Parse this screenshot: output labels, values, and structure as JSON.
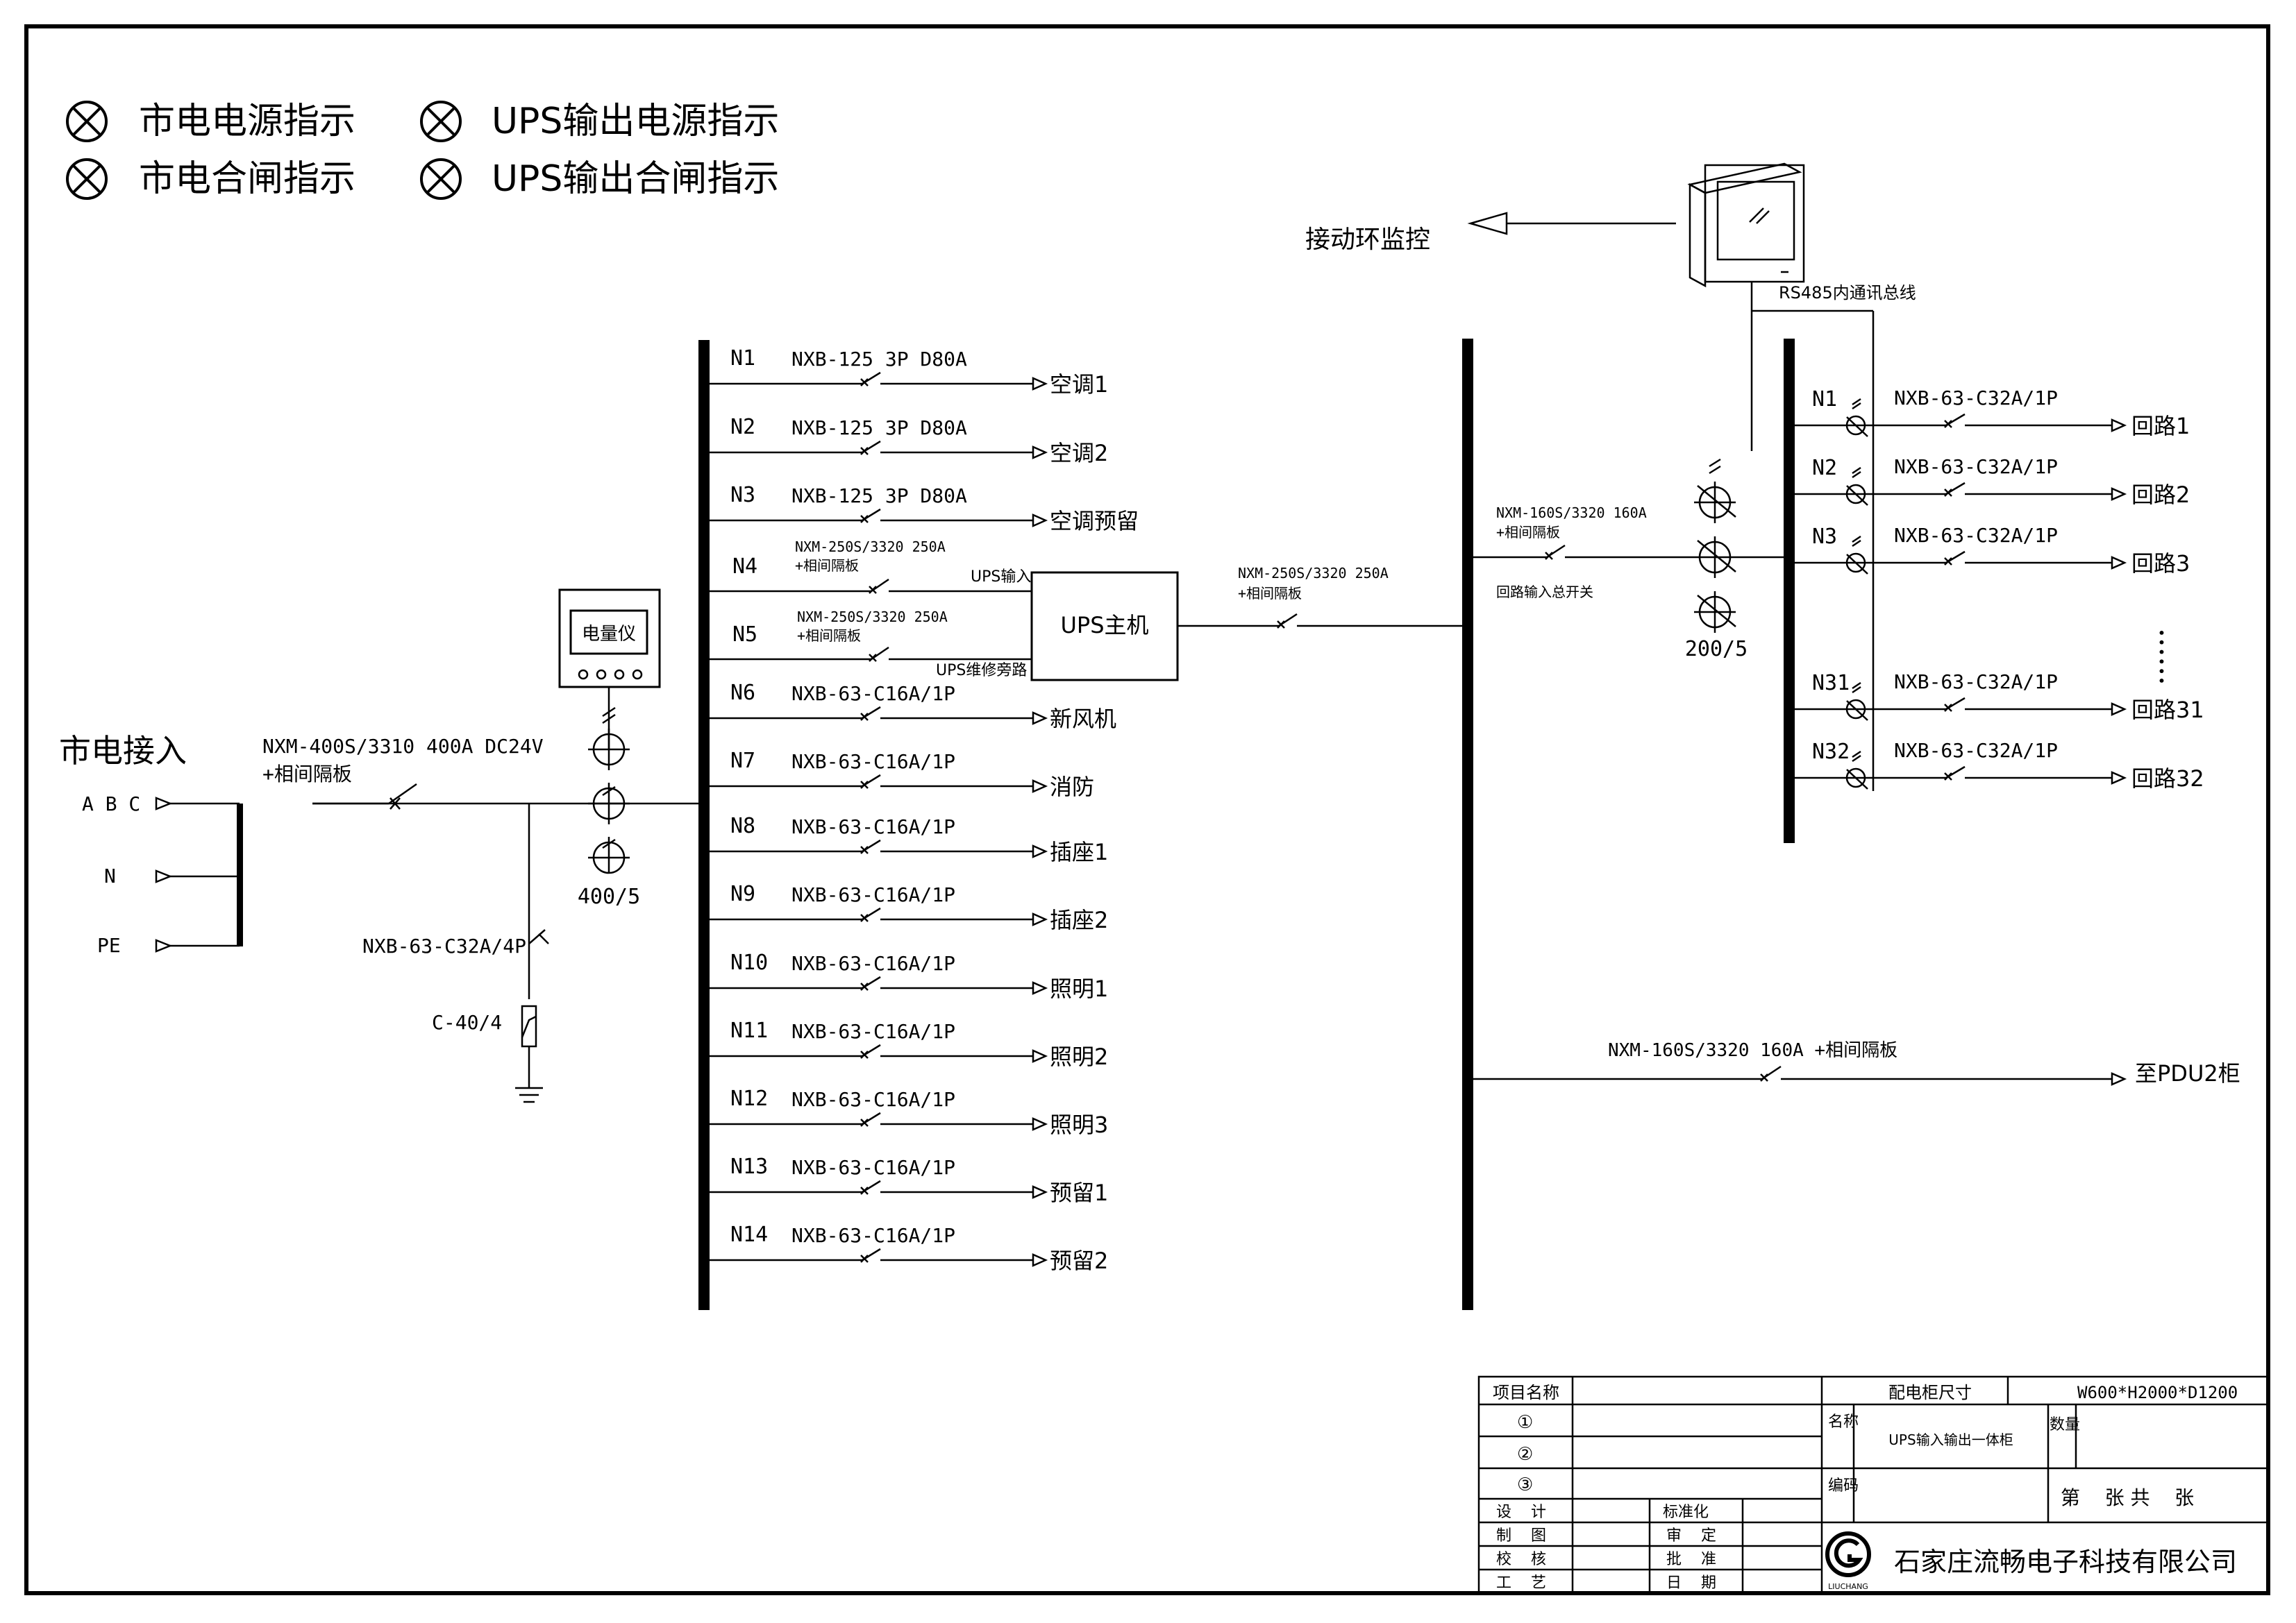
{
  "legend": [
    {
      "label": "市电电源指示"
    },
    {
      "label": "UPS输出电源指示"
    },
    {
      "label": "市电合闸指示"
    },
    {
      "label": "UPS输出合闸指示"
    }
  ],
  "mains": {
    "title": "市电接入",
    "abc": "A B C",
    "n": "N",
    "pe": "PE",
    "breaker_line1": "NXM-400S/3310 400A DC24V",
    "breaker_line2": "+相间隔板",
    "spd_breaker": "NXB-63-C32A/4P",
    "spd": "C-40/4",
    "meter": "电量仪",
    "ct": "400/5"
  },
  "branches": [
    {
      "id": "N1",
      "spec": "NXB-125 3P D80A",
      "load": "空调1"
    },
    {
      "id": "N2",
      "spec": "NXB-125 3P D80A",
      "load": "空调2"
    },
    {
      "id": "N3",
      "spec": "NXB-125 3P D80A",
      "load": "空调预留"
    },
    {
      "id": "N6",
      "spec": "NXB-63-C16A/1P",
      "load": "新风机"
    },
    {
      "id": "N7",
      "spec": "NXB-63-C16A/1P",
      "load": "消防"
    },
    {
      "id": "N8",
      "spec": "NXB-63-C16A/1P",
      "load": "插座1"
    },
    {
      "id": "N9",
      "spec": "NXB-63-C16A/1P",
      "load": "插座2"
    },
    {
      "id": "N10",
      "spec": "NXB-63-C16A/1P",
      "load": "照明1"
    },
    {
      "id": "N11",
      "spec": "NXB-63-C16A/1P",
      "load": "照明2"
    },
    {
      "id": "N12",
      "spec": "NXB-63-C16A/1P",
      "load": "照明3"
    },
    {
      "id": "N13",
      "spec": "NXB-63-C16A/1P",
      "load": "预留1"
    },
    {
      "id": "N14",
      "spec": "NXB-63-C16A/1P",
      "load": "预留2"
    }
  ],
  "ups": {
    "n4": "N4",
    "n5": "N5",
    "n4_spec1": "NXM-250S/3320 250A",
    "n4_spec2": "+相间隔板",
    "n5_spec1": "NXM-250S/3320 250A",
    "n5_spec2": "+相间隔板",
    "input_label": "UPS输入",
    "bypass_label": "UPS维修旁路",
    "host": "UPS主机",
    "out_spec1": "NXM-250S/3320 250A",
    "out_spec2": "+相间隔板"
  },
  "output": {
    "main_spec1": "NXM-160S/3320 160A",
    "main_spec2": "+相间隔板",
    "main_label": "回路输入总开关",
    "ct": "200/5",
    "pdu_spec": "NXM-160S/3320 160A +相间隔板",
    "pdu_label": "至PDU2柜",
    "monitor_label": "接动环监控",
    "bus_label": "RS485内通讯总线",
    "ellipsis": "••••••",
    "circuits": [
      {
        "id": "N1",
        "spec": "NXB-63-C32A/1P",
        "load": "回路1"
      },
      {
        "id": "N2",
        "spec": "NXB-63-C32A/1P",
        "load": "回路2"
      },
      {
        "id": "N3",
        "spec": "NXB-63-C32A/1P",
        "load": "回路3"
      },
      {
        "id": "N31",
        "spec": "NXB-63-C32A/1P",
        "load": "回路31"
      },
      {
        "id": "N32",
        "spec": "NXB-63-C32A/1P",
        "load": "回路32"
      }
    ]
  },
  "title_block": {
    "project_name": "项目名称",
    "cabinet_size_label": "配电柜尺寸",
    "cabinet_size": "W600*H2000*D1200",
    "c1": "①",
    "c2": "②",
    "c3": "③",
    "name_label": "名称",
    "name_value": "UPS输入输出一体柜",
    "qty_label": "数量",
    "code_label": "编码",
    "sheet": "第    张 共    张",
    "design": "设    计",
    "draw": "制    图",
    "check": "校    核",
    "process": "工    艺",
    "standard": "标准化",
    "review": "审    定",
    "approve": "批    准",
    "date": "日    期",
    "company": "石家庄流畅电子科技有限公司",
    "logo_text": "LIUCHANG"
  }
}
